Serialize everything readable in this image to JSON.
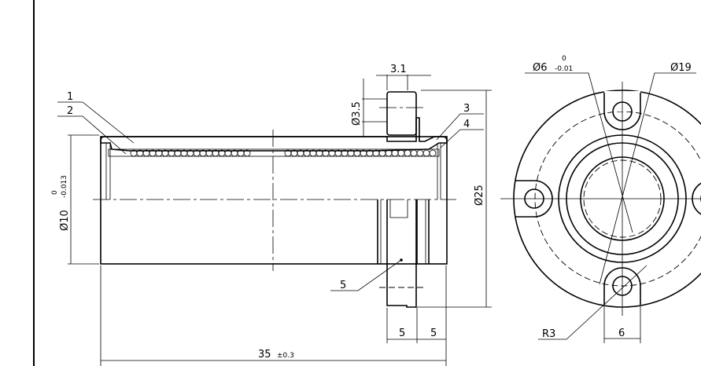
{
  "side_view": {
    "callouts": [
      "1",
      "2",
      "3",
      "4",
      "5"
    ],
    "dim_width_top": "3.1",
    "dim_hole": "Ø3.5",
    "dim_shaft_main": "Ø10",
    "dim_shaft_tol_upper": "0",
    "dim_shaft_tol_lower": "-0.013",
    "dim_flange_od": "Ø25",
    "dim_flange_a": "5",
    "dim_flange_b": "5",
    "dim_length": "35",
    "dim_length_tol": "±0.3"
  },
  "end_view": {
    "dim_bore_main": "Ø6",
    "dim_bore_tol_upper": "0",
    "dim_bore_tol_lower": "-0.01",
    "dim_pcd": "Ø19",
    "dim_radius": "R3",
    "dim_lug_width": "6"
  }
}
